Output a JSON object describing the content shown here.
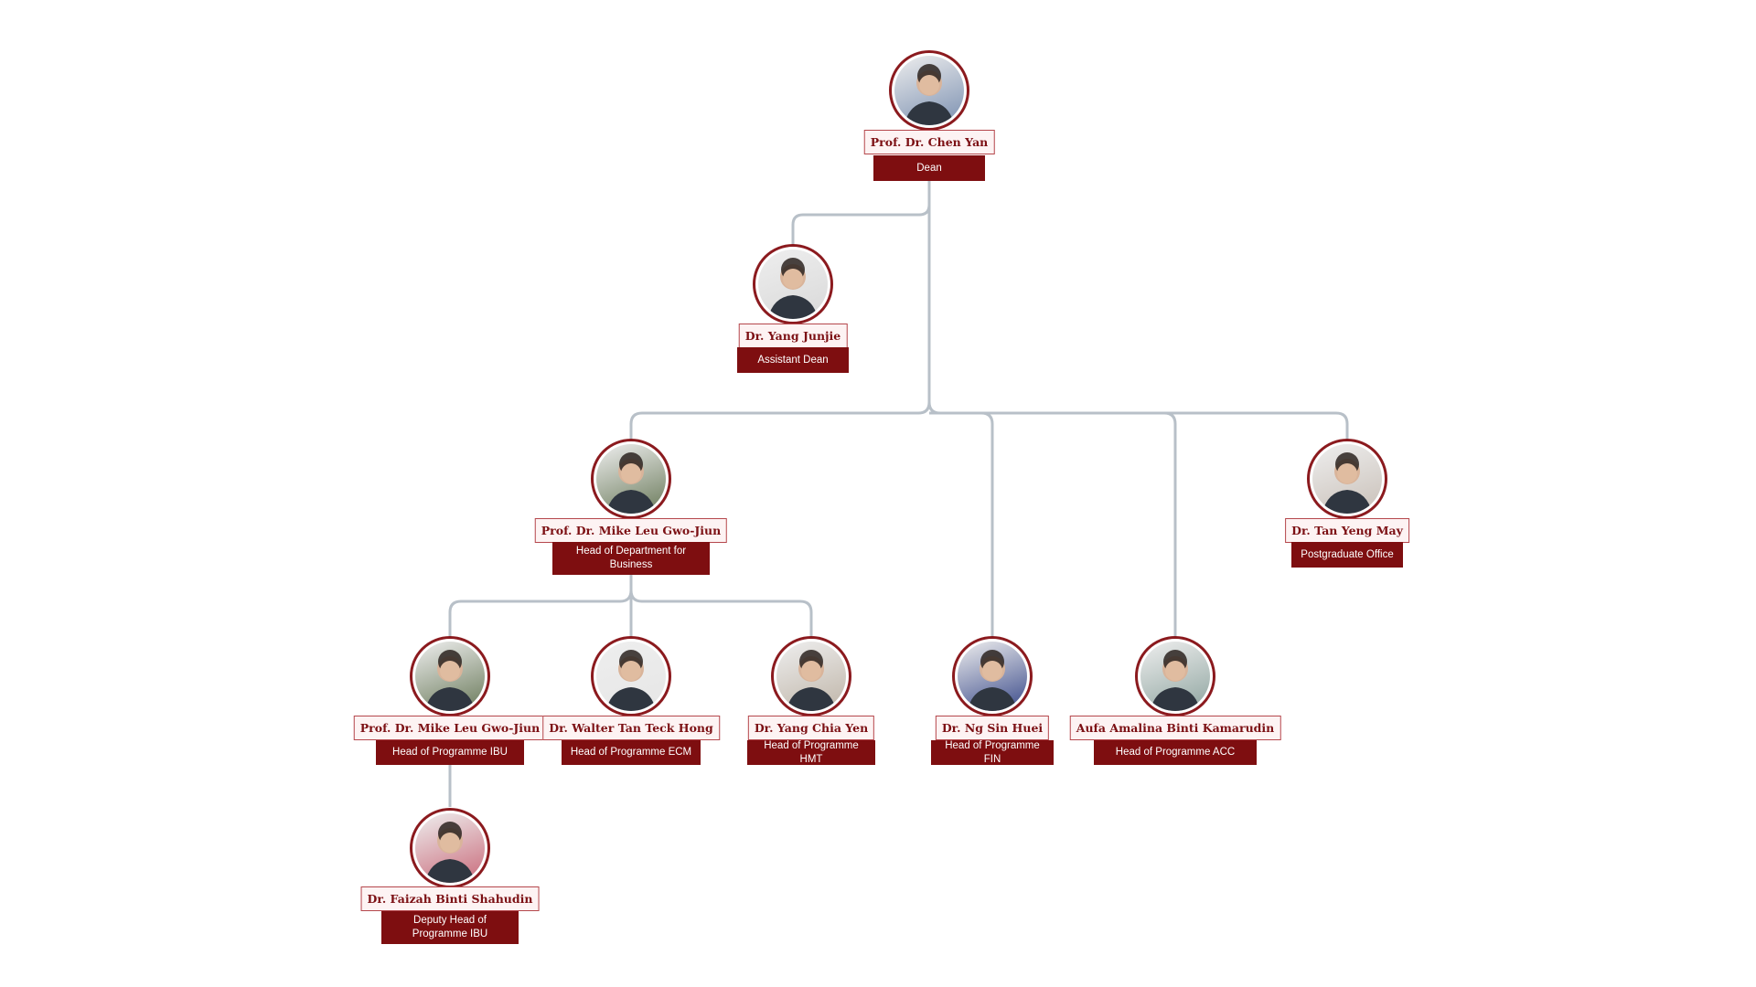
{
  "people": [
    {
      "name": "Prof. Dr. Chen Yan",
      "title": "Dean",
      "photo_bg": "#7a8fb0"
    },
    {
      "name": "Dr. Yang Junjie",
      "title": "Assistant Dean",
      "photo_bg": "#d9d9d9"
    },
    {
      "name": "Prof. Dr. Mike Leu Gwo-Jiun",
      "title": "Head of Department for Business",
      "photo_bg": "#6a7a5a"
    },
    {
      "name": "Dr. Tan Yeng May",
      "title": "Postgraduate Office",
      "photo_bg": "#c9c0b8"
    },
    {
      "name": "Prof. Dr. Mike Leu Gwo-Jiun",
      "title": "Head of Programme IBU",
      "photo_bg": "#6a7a5a"
    },
    {
      "name": "Dr. Walter Tan Teck Hong",
      "title": "Head of Programme ECM",
      "photo_bg": "#e6e6e6"
    },
    {
      "name": "Dr. Yang Chia Yen",
      "title": "Head of Programme HMT",
      "photo_bg": "#bfb5a8"
    },
    {
      "name": "Dr. Ng Sin Huei",
      "title": "Head of Programme FIN",
      "photo_bg": "#3a4a8a"
    },
    {
      "name": "Aufa Amalina Binti Kamarudin",
      "title": "Head of Programme ACC",
      "photo_bg": "#8fa5a0"
    },
    {
      "name": "Dr. Faizah Binti Shahudin",
      "title": "Deputy Head of Programme IBU",
      "photo_bg": "#c96a7a"
    }
  ],
  "colors": {
    "accent": "#7e0e10",
    "line": "#b8c0c8"
  }
}
